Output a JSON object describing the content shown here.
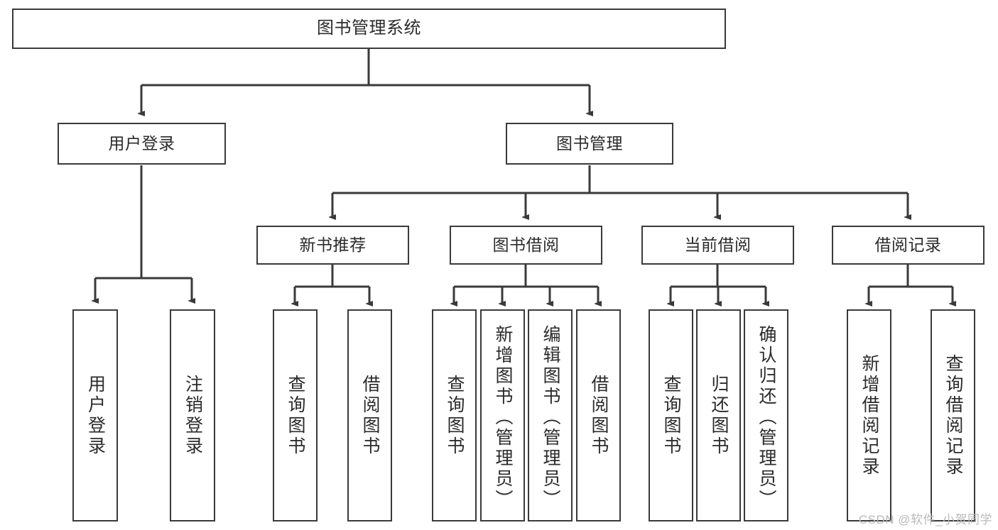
{
  "diagram": {
    "type": "tree",
    "title": "图书管理系统",
    "watermark": "CSDN @软件_小贺同学",
    "colors": {
      "box_border": "#3a3a3a",
      "box_fill": "#ffffff",
      "connector": "#3a3a3a",
      "text": "#2b2b2b",
      "watermark": "#b9b9b9"
    },
    "levels": [
      {
        "level": 0,
        "nodes": [
          {
            "id": "root",
            "label": "图书管理系统",
            "orientation": "horizontal"
          }
        ]
      },
      {
        "level": 1,
        "nodes": [
          {
            "id": "login",
            "label": "用户登录",
            "orientation": "horizontal",
            "parent": "root"
          },
          {
            "id": "bookmgmt",
            "label": "图书管理",
            "orientation": "horizontal",
            "parent": "root"
          }
        ]
      },
      {
        "level": 2,
        "nodes": [
          {
            "id": "newbook",
            "label": "新书推荐",
            "orientation": "horizontal",
            "parent": "bookmgmt"
          },
          {
            "id": "borrow",
            "label": "图书借阅",
            "orientation": "horizontal",
            "parent": "bookmgmt"
          },
          {
            "id": "current",
            "label": "当前借阅",
            "orientation": "horizontal",
            "parent": "bookmgmt"
          },
          {
            "id": "records",
            "label": "借阅记录",
            "orientation": "horizontal",
            "parent": "bookmgmt"
          }
        ]
      },
      {
        "level": 3,
        "nodes": [
          {
            "id": "leaf-user-login",
            "label": "用户登录",
            "orientation": "vertical",
            "parent": "login"
          },
          {
            "id": "leaf-user-logout",
            "label": "注销登录",
            "orientation": "vertical",
            "parent": "login"
          },
          {
            "id": "leaf-nb-query",
            "label": "查询图书",
            "orientation": "vertical",
            "parent": "newbook"
          },
          {
            "id": "leaf-nb-borrow",
            "label": "借阅图书",
            "orientation": "vertical",
            "parent": "newbook"
          },
          {
            "id": "leaf-bw-query",
            "label": "查询图书",
            "orientation": "vertical",
            "parent": "borrow"
          },
          {
            "id": "leaf-bw-add",
            "label": "新增图书（管理员）",
            "orientation": "vertical",
            "parent": "borrow"
          },
          {
            "id": "leaf-bw-edit",
            "label": "编辑图书（管理员）",
            "orientation": "vertical",
            "parent": "borrow"
          },
          {
            "id": "leaf-bw-borrow",
            "label": "借阅图书",
            "orientation": "vertical",
            "parent": "borrow"
          },
          {
            "id": "leaf-cur-query",
            "label": "查询图书",
            "orientation": "vertical",
            "parent": "current"
          },
          {
            "id": "leaf-cur-return",
            "label": "归还图书",
            "orientation": "vertical",
            "parent": "current"
          },
          {
            "id": "leaf-cur-confirm",
            "label": "确认归还（管理员）",
            "orientation": "vertical",
            "parent": "current"
          },
          {
            "id": "leaf-rec-add",
            "label": "新增借阅记录",
            "orientation": "vertical",
            "parent": "records"
          },
          {
            "id": "leaf-rec-query",
            "label": "查询借阅记录",
            "orientation": "vertical",
            "parent": "records"
          }
        ]
      }
    ]
  }
}
